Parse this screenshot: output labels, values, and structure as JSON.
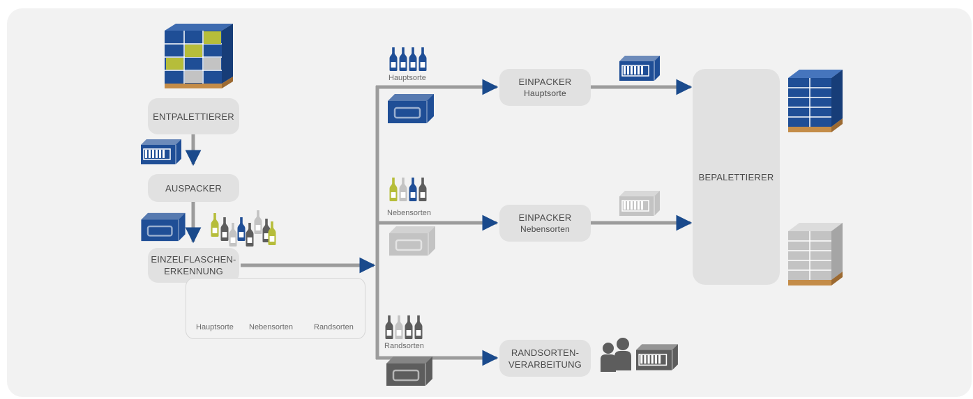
{
  "nodes": {
    "entpalettierer": "ENTPALETTIERER",
    "auspacker": "AUSPACKER",
    "erkennung_line1": "EINZELFLASCHEN-",
    "erkennung_line2": "ERKENNUNG",
    "einpacker_haupt_title": "EINPACKER",
    "einpacker_haupt_sub": "Hauptsorte",
    "einpacker_neben_title": "EINPACKER",
    "einpacker_neben_sub": "Nebensorten",
    "randsorten_line1": "RANDSORTEN-",
    "randsorten_line2": "VERARBEITUNG",
    "bepalettierer": "BEPALETTIERER"
  },
  "legend": {
    "hauptsorte": "Hauptsorte",
    "nebensorten": "Nebensorten",
    "randsorten": "Randsorten"
  },
  "branch_labels": {
    "hauptsorte": "Hauptsorte",
    "nebensorten": "Nebensorten",
    "randsorten": "Randsorten"
  },
  "colors": {
    "blue": "#1f4e96",
    "olive": "#b6bd3a",
    "light_gray": "#c3c3c3",
    "dark_gray": "#5d5d5d",
    "arrow": "#1a4a8c",
    "line": "#9c9c9c",
    "pallet_wood": "#c48c48"
  },
  "icons": {
    "pallet": "pallet-icon",
    "crate": "bottle-crate-icon",
    "box": "crate-box-icon",
    "bottles": "bottle-group-icon",
    "people": "worker-icon"
  }
}
